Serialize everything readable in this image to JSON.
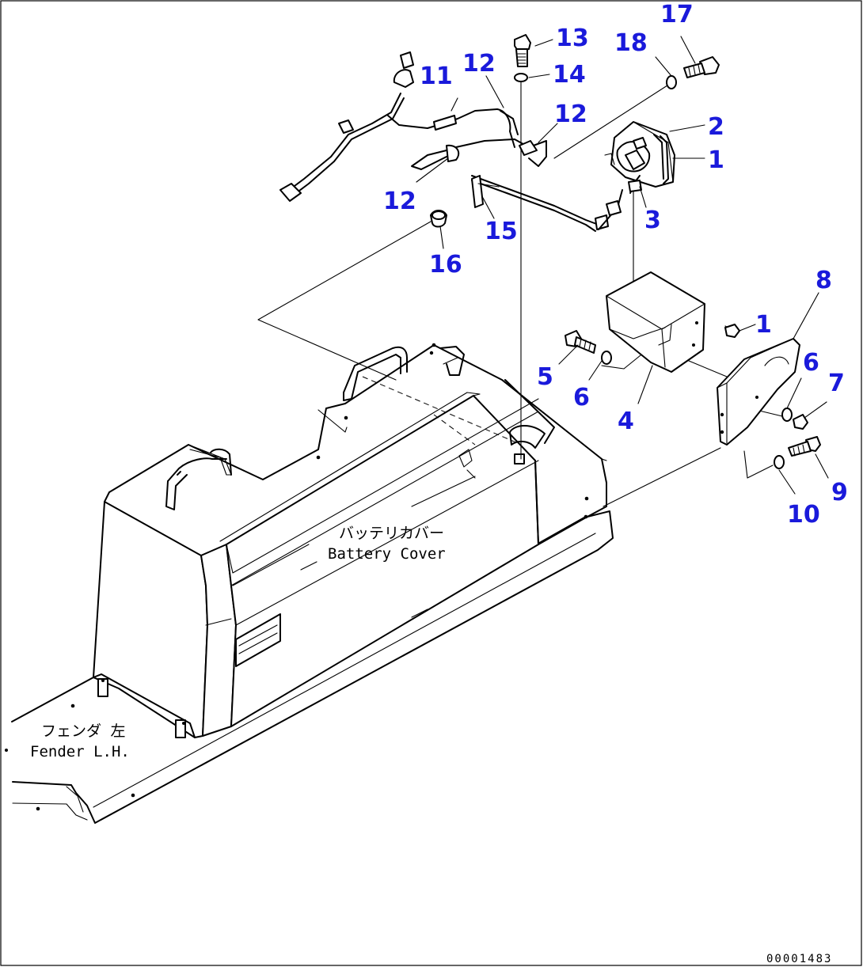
{
  "callouts": [
    {
      "id": "c17",
      "text": "17"
    },
    {
      "id": "c13",
      "text": "13"
    },
    {
      "id": "c18",
      "text": "18"
    },
    {
      "id": "c14",
      "text": "14"
    },
    {
      "id": "c11",
      "text": "11"
    },
    {
      "id": "c12a",
      "text": "12"
    },
    {
      "id": "c12b",
      "text": "12"
    },
    {
      "id": "c2",
      "text": "2"
    },
    {
      "id": "c1a",
      "text": "1"
    },
    {
      "id": "c12c",
      "text": "12"
    },
    {
      "id": "c3",
      "text": "3"
    },
    {
      "id": "c15",
      "text": "15"
    },
    {
      "id": "c16",
      "text": "16"
    },
    {
      "id": "c8",
      "text": "8"
    },
    {
      "id": "c1b",
      "text": "1"
    },
    {
      "id": "c5",
      "text": "5"
    },
    {
      "id": "c6a",
      "text": "6"
    },
    {
      "id": "c6b",
      "text": "6"
    },
    {
      "id": "c7",
      "text": "7"
    },
    {
      "id": "c4",
      "text": "4"
    },
    {
      "id": "c9",
      "text": "9"
    },
    {
      "id": "c10",
      "text": "10"
    }
  ],
  "labels": {
    "battery_cover_jp": "バッテリカバー",
    "battery_cover_en": "Battery Cover",
    "fender_jp": "フェンダ 左",
    "fender_en": "Fender L.H."
  },
  "drawing_code": "00001483",
  "colors": {
    "callout": "#1a1adb",
    "line": "#000000",
    "background": "#ffffff"
  }
}
